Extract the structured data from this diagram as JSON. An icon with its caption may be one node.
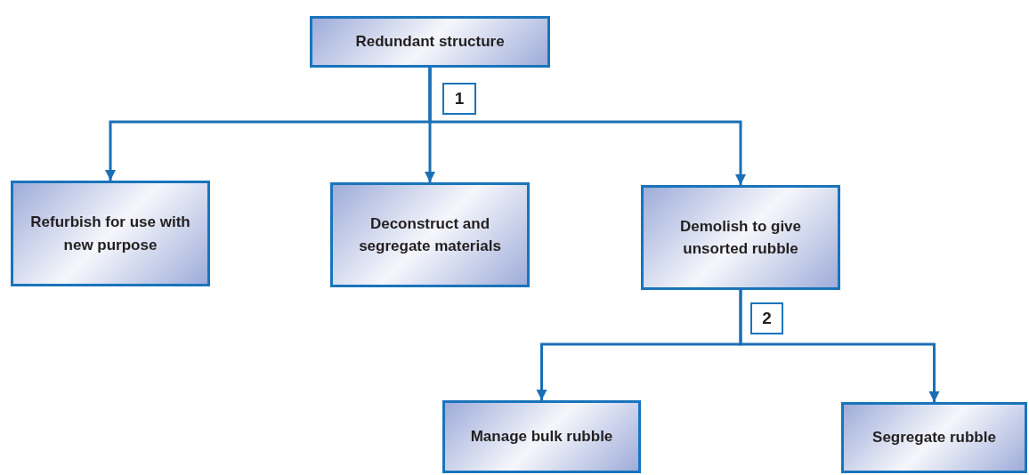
{
  "diagram": {
    "nodes": [
      {
        "text": [
          "Redundant structure"
        ]
      },
      {
        "text": [
          "1"
        ]
      },
      {
        "text": [
          "Refurbish for use with new purpose"
        ]
      },
      {
        "text": [
          "Deconstruct and segregate materials"
        ]
      },
      {
        "text": [
          "Demolish to give unsorted rubble"
        ]
      },
      {
        "text": [
          "2"
        ]
      },
      {
        "text": [
          "Manage bulk rubble"
        ]
      },
      {
        "text": [
          "Segregate rubble"
        ]
      }
    ],
    "edges": [
      {
        "from": 0,
        "to": 2,
        "arrow": "to"
      },
      {
        "from": 0,
        "to": 3,
        "arrow": "to"
      },
      {
        "from": 0,
        "to": 4,
        "arrow": "to"
      },
      {
        "from": 4,
        "to": 6,
        "arrow": "to"
      },
      {
        "from": 4,
        "to": 7,
        "arrow": "to"
      }
    ]
  }
}
